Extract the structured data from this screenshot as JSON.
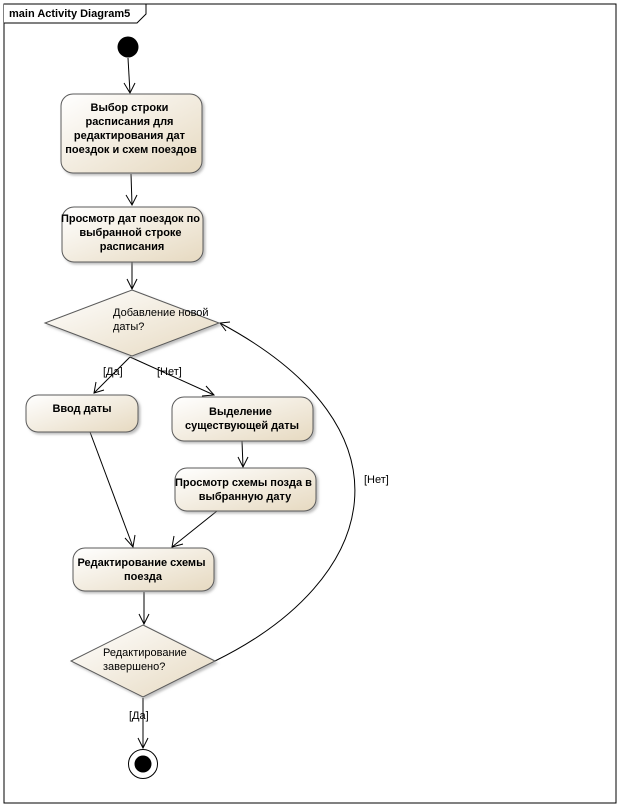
{
  "frame": {
    "title": "main Activity Diagram5"
  },
  "nodes": {
    "select_row": {
      "lines": [
        "Выбор строки",
        "расписания для",
        "редактирования дат",
        "поездок и схем поездов"
      ]
    },
    "view_dates": {
      "lines": [
        "Просмотр дат поездок по",
        "выбранной строке",
        "расписания"
      ]
    },
    "add_new_date": {
      "lines": [
        "Добавление новой",
        "даты?"
      ]
    },
    "enter_date": {
      "lines": [
        "Ввод даты"
      ]
    },
    "select_existing": {
      "lines": [
        "Выделение",
        "существующей даты"
      ]
    },
    "view_scheme": {
      "lines": [
        "Просмотр схемы позда в",
        "выбранную дату"
      ]
    },
    "edit_scheme": {
      "lines": [
        "Редактирование схемы",
        "поезда"
      ]
    },
    "edit_done": {
      "lines": [
        "Редактирование",
        "завершено?"
      ]
    }
  },
  "guards": {
    "yes_add": "[Да]",
    "no_add": "[Нет]",
    "no_done": "[Нет]",
    "yes_done": "[Да]"
  }
}
